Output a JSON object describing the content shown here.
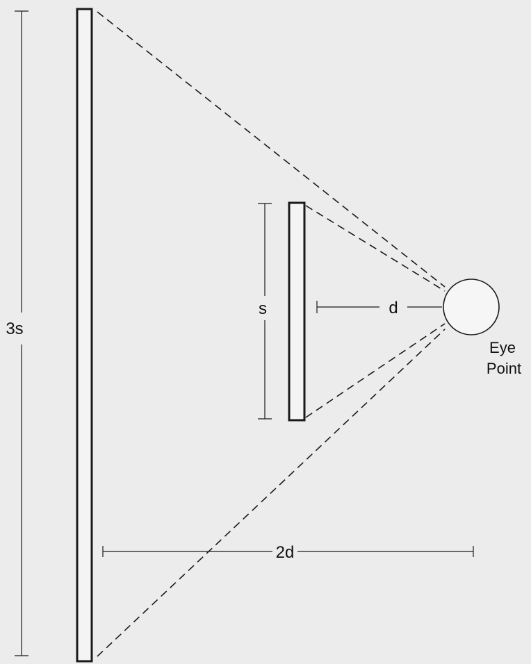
{
  "labels": {
    "large_height": "3s",
    "small_height": "s",
    "near_distance": "d",
    "far_distance": "2d",
    "eye_line1": "Eye",
    "eye_line2": "Point"
  },
  "colors": {
    "background": "#ececec",
    "stroke": "#1a1a1a",
    "panel_fill": "#f4f4f4"
  }
}
